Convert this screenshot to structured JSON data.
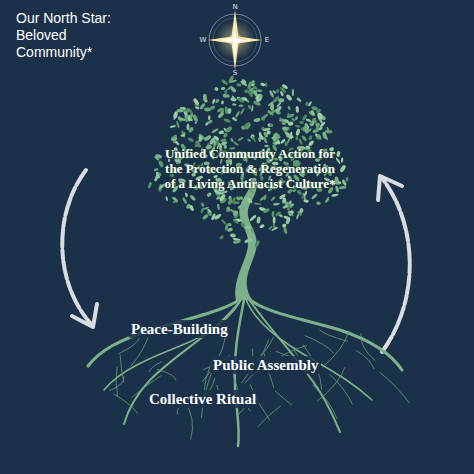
{
  "diagram": {
    "title": "Our North Star: Beloved Community*",
    "labels": [
      "Unified Community Action for the Protection & Regeneration of a Living Antiracist Culture*",
      "Peace-Building",
      "Public Assembly",
      "Collective Ritual",
      "N",
      "W",
      "E",
      "S"
    ]
  }
}
